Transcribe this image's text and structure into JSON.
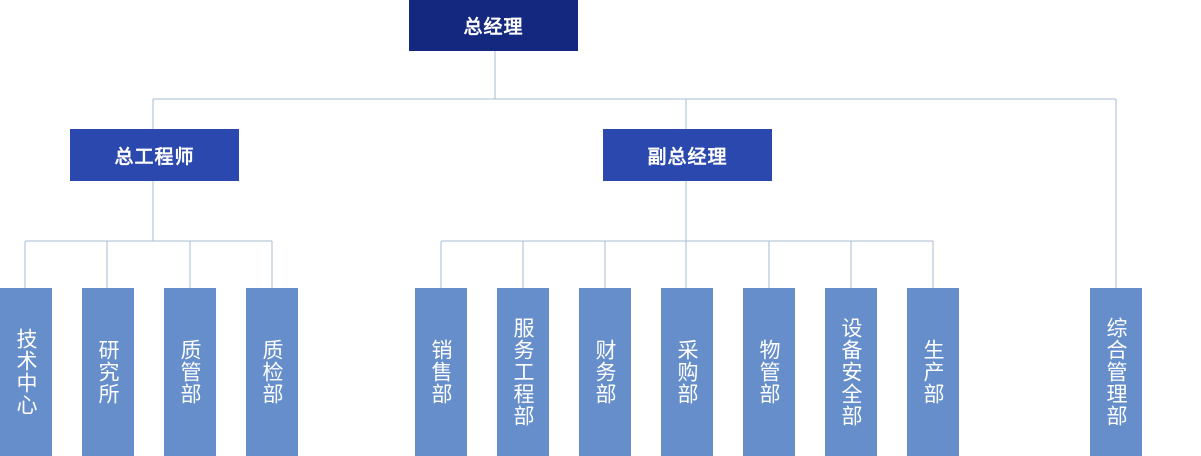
{
  "colors": {
    "top": "#14287f",
    "mid": "#2a48ad",
    "dept": "#668ecb",
    "connector": "#a9bdd4"
  },
  "chart": {
    "root": "总经理",
    "branches": [
      {
        "title": "总工程师",
        "departments": [
          "技术中心",
          "研究所",
          "质管部",
          "质检部"
        ]
      },
      {
        "title": "副总经理",
        "departments": [
          "销售部",
          "服务工程部",
          "财务部",
          "采购部",
          "物管部",
          "设备安全部",
          "生产部"
        ]
      }
    ],
    "direct_departments": [
      "综合管理部"
    ]
  }
}
